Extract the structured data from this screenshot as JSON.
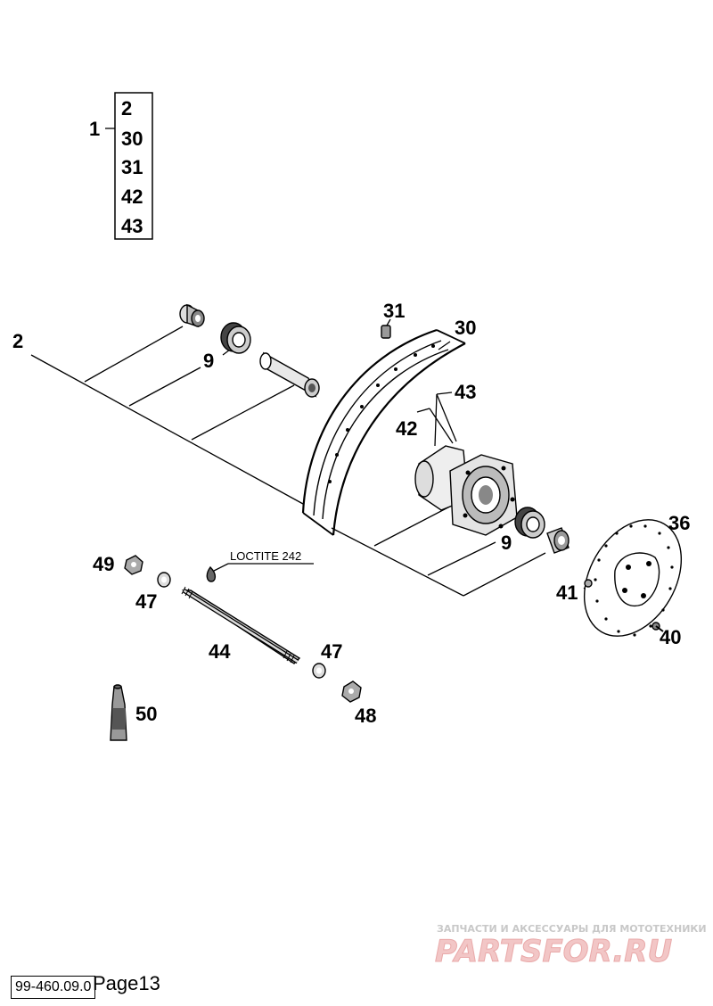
{
  "kit": {
    "main_label": "1",
    "items": [
      "2",
      "30",
      "31",
      "42",
      "43"
    ]
  },
  "callouts": {
    "p2": "2",
    "p9a": "9",
    "p9b": "9",
    "p30": "30",
    "p31": "31",
    "p36": "36",
    "p40": "40",
    "p41": "41",
    "p42": "42",
    "p43": "43",
    "p44": "44",
    "p47a": "47",
    "p47b": "47",
    "p48": "48",
    "p49": "49",
    "p50": "50"
  },
  "loctite_label": "LOCTITE 242",
  "watermark": {
    "top_line": "ЗАПЧАСТИ И АКСЕССУАРЫ ДЛЯ МОТОТЕХНИКИ",
    "brand": "PARTSFOR.RU"
  },
  "footer": {
    "code": "99-460.09.0",
    "page": "Page13"
  }
}
